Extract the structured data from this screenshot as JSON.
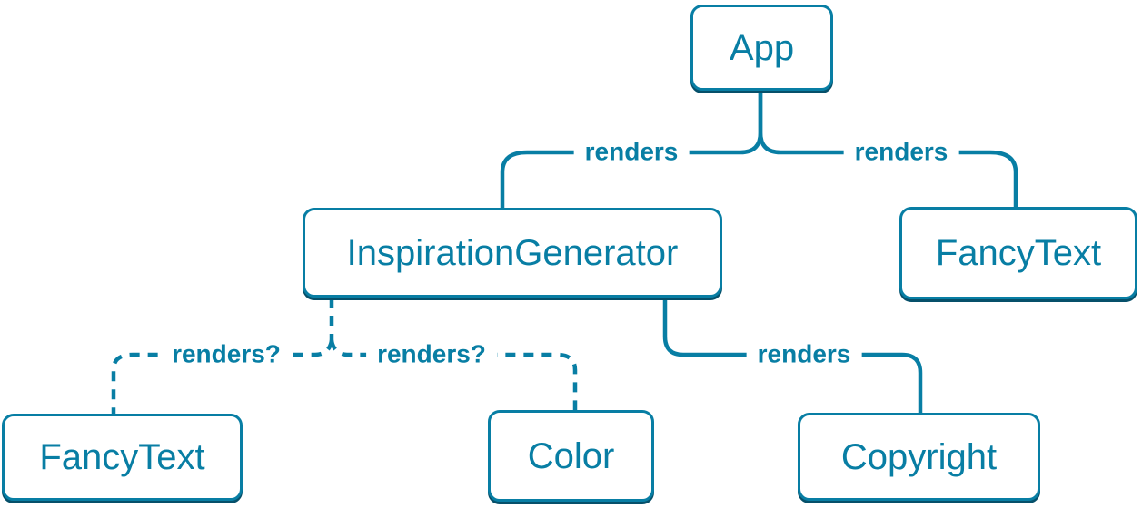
{
  "diagram": {
    "description": "Component render tree",
    "nodes": {
      "app": "App",
      "inspiration_generator": "InspirationGenerator",
      "fancy_text_right": "FancyText",
      "fancy_text_left": "FancyText",
      "color": "Color",
      "copyright": "Copyright"
    },
    "edge_labels": {
      "app_to_inspiration_generator": "renders",
      "app_to_fancy_text": "renders",
      "inspiration_generator_to_fancy_text": "renders?",
      "inspiration_generator_to_color": "renders?",
      "inspiration_generator_to_copyright": "renders"
    },
    "colors": {
      "accent": "#087ea4",
      "node_shadow": "#06506a",
      "background": "#ffffff"
    },
    "edge_styles": {
      "renders": "solid",
      "renders_conditional": "dashed"
    }
  }
}
